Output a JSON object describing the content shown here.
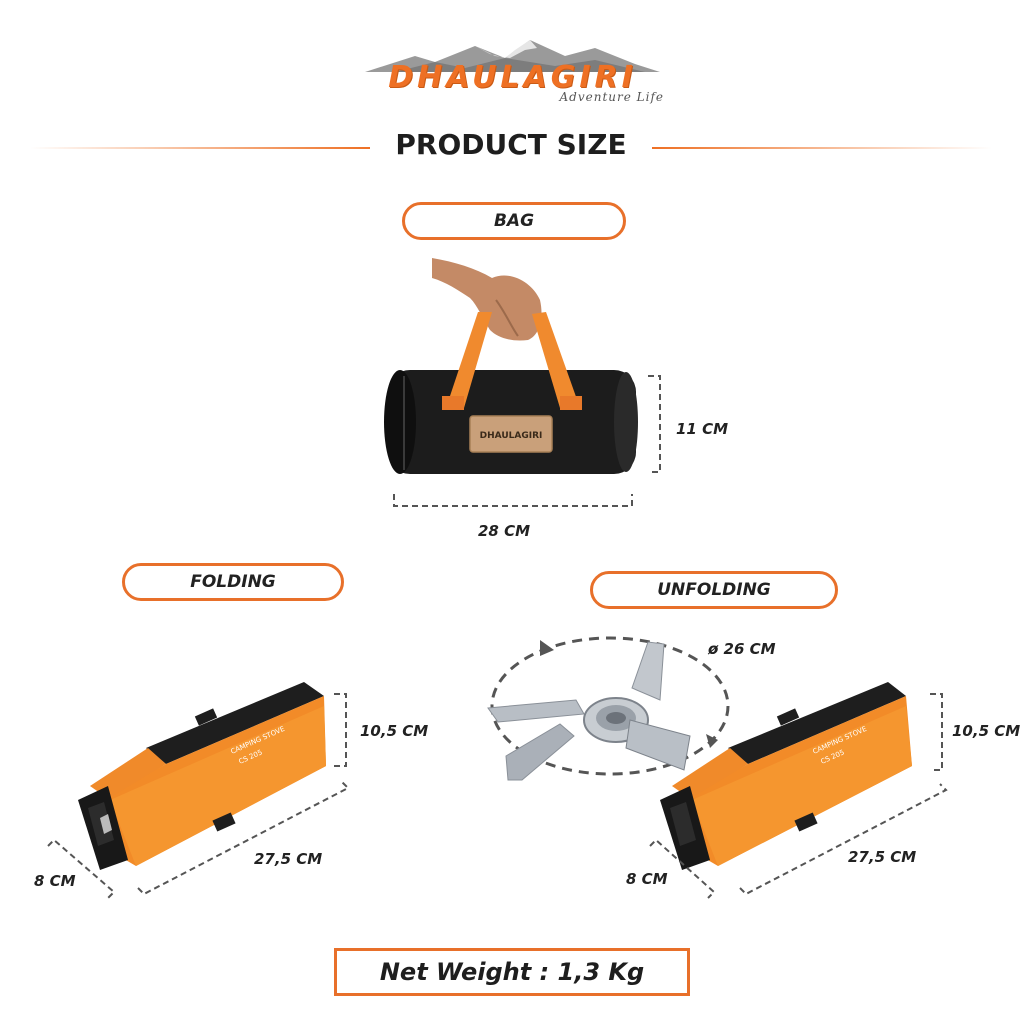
{
  "brand": {
    "name": "DHAULAGIRI",
    "tagline": "Adventure Life",
    "accent_color": "#ee7024"
  },
  "page_title": "PRODUCT SIZE",
  "sections": {
    "bag": {
      "label": "BAG",
      "height": "11 CM",
      "width": "28 CM"
    },
    "folding": {
      "label": "FOLDING",
      "height": "10,5 CM",
      "depth": "8 CM",
      "length": "27,5 CM"
    },
    "unfolding": {
      "label": "UNFOLDING",
      "diameter": "ø 26 CM",
      "height": "10,5 CM",
      "depth": "8 CM",
      "length": "27,5 CM"
    }
  },
  "net_weight": "Net Weight : 1,3 Kg",
  "product_printing": {
    "line1": "CAMPING STOVE",
    "line2": "CS 205"
  }
}
